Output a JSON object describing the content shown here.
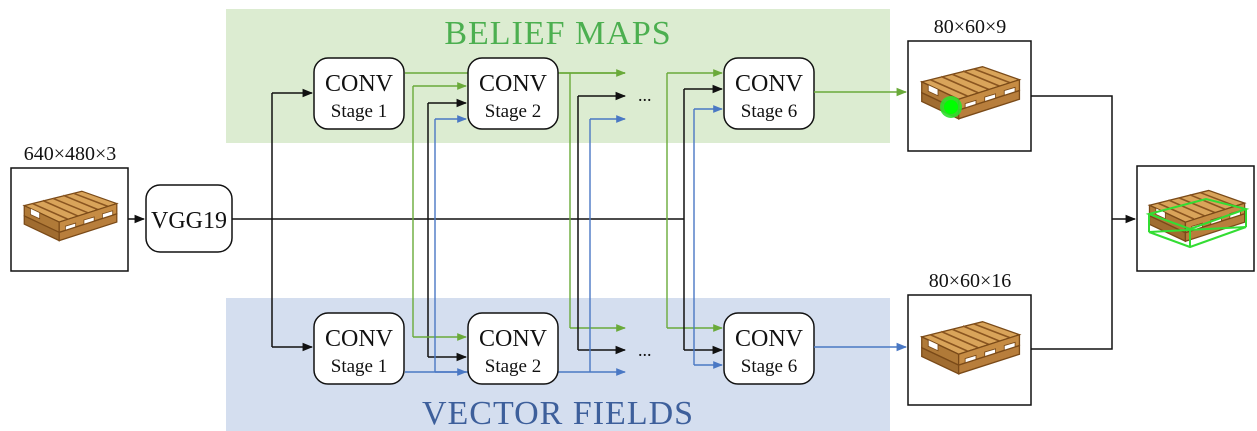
{
  "panels": {
    "top_title": "BELIEF MAPS",
    "bottom_title": "VECTOR FIELDS"
  },
  "input": {
    "dims": "640×480×3"
  },
  "backbone": {
    "label": "VGG19"
  },
  "belief_branch": {
    "stages": [
      {
        "title": "CONV",
        "stage": "Stage 1"
      },
      {
        "title": "CONV",
        "stage": "Stage 2"
      },
      {
        "title": "CONV",
        "stage": "Stage 6"
      }
    ],
    "output_dims": "80×60×9"
  },
  "vector_branch": {
    "stages": [
      {
        "title": "CONV",
        "stage": "Stage 1"
      },
      {
        "title": "CONV",
        "stage": "Stage 2"
      },
      {
        "title": "CONV",
        "stage": "Stage 6"
      }
    ],
    "output_dims": "80×60×16"
  },
  "ellipsis": "...",
  "colors": {
    "belief": "#6aaa3a",
    "vector": "#4a78c4",
    "black": "#111111",
    "belief_panel": "#dcecd1",
    "vector_panel": "#d4deef",
    "belief_title": "#4caf50",
    "vector_title": "#3d5f9b"
  },
  "icons": [
    "pallet-icon",
    "pallet-heatmap-icon",
    "pallet-bbox-icon"
  ]
}
